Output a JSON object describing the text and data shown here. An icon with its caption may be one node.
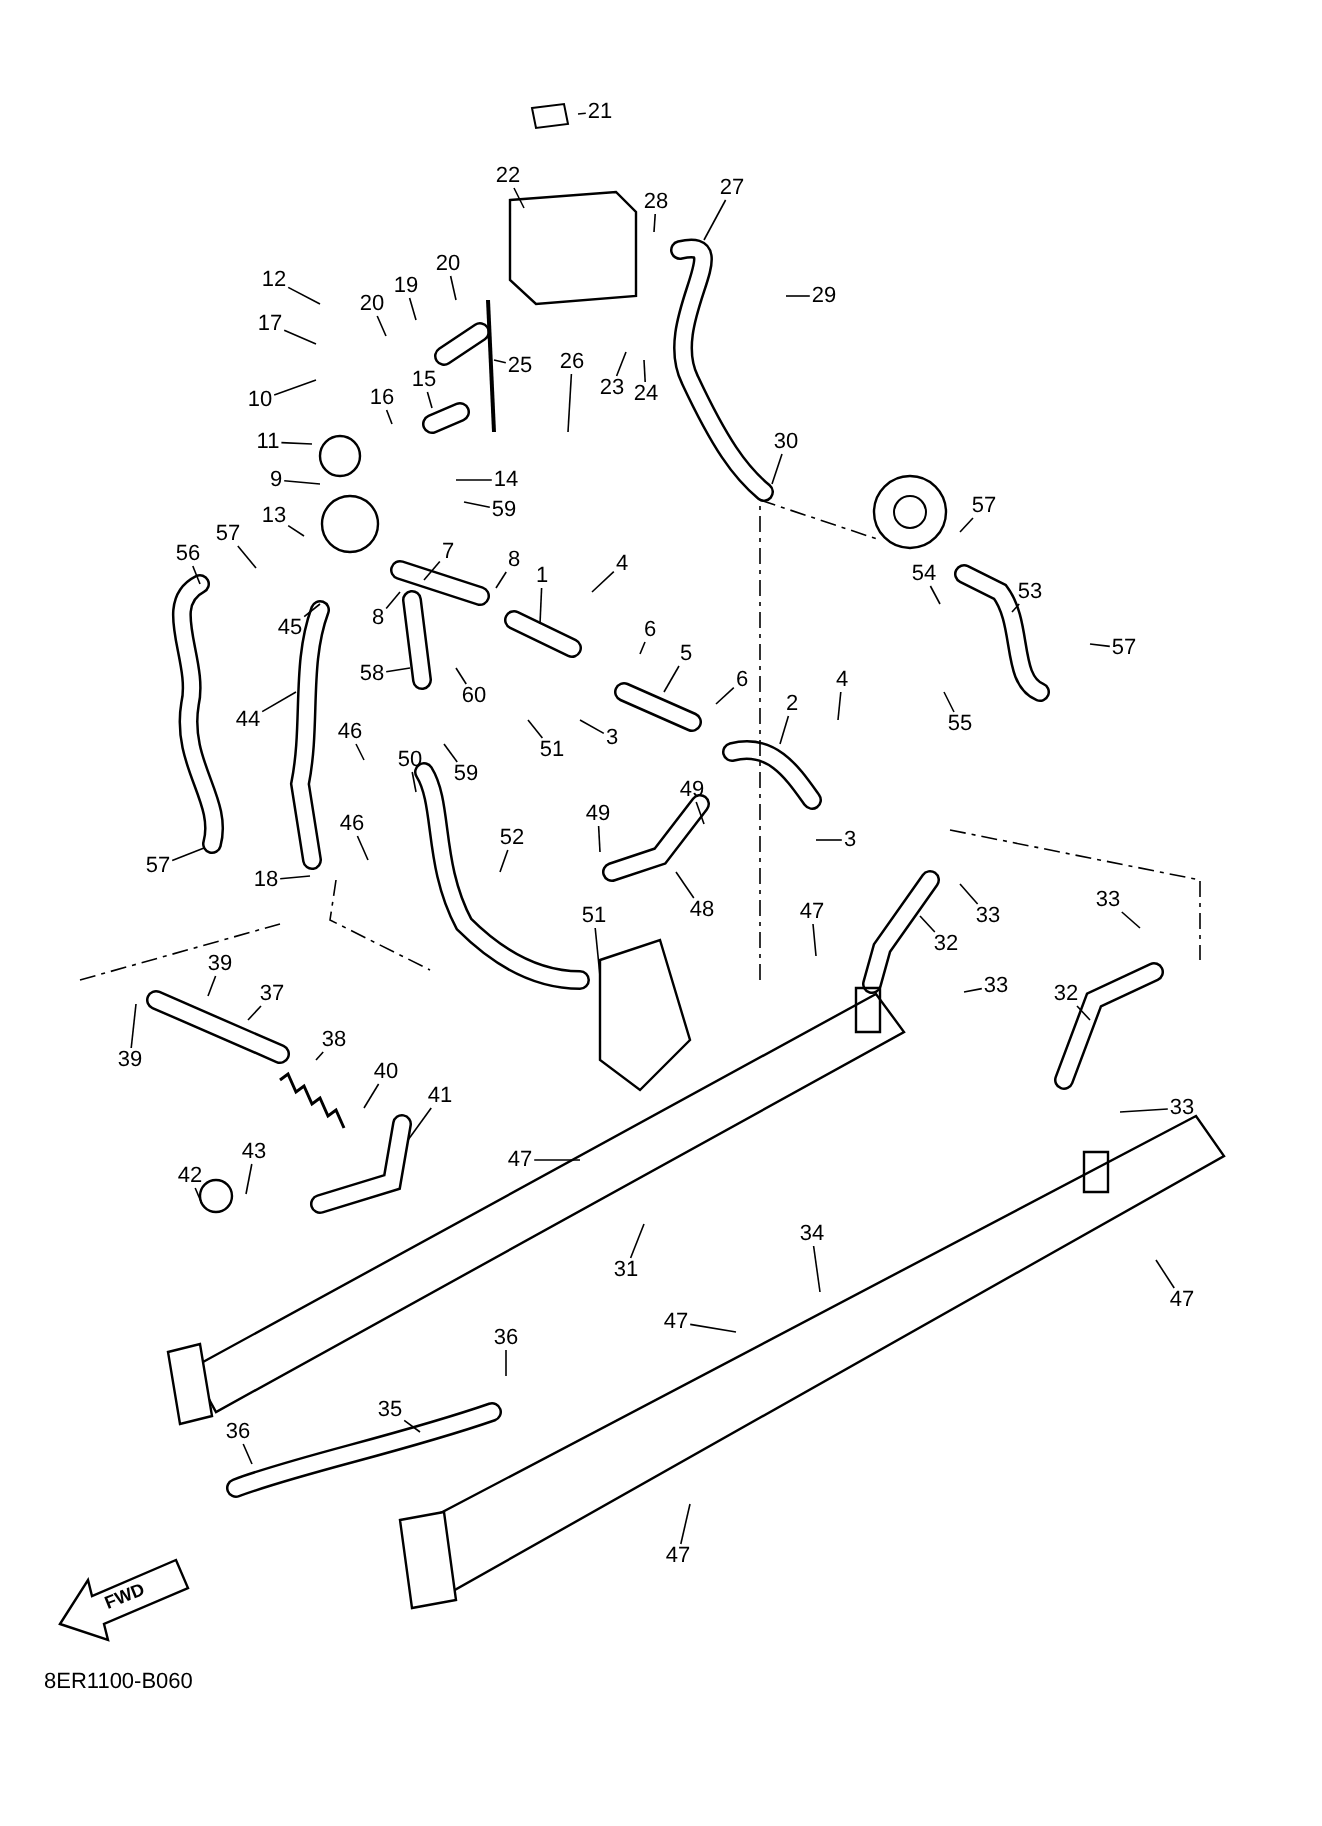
{
  "diagram": {
    "nodes": [
      {
        "text": [
          "21"
        ]
      },
      {
        "text": [
          "22"
        ]
      },
      {
        "text": [
          "28"
        ]
      },
      {
        "text": [
          "27"
        ]
      },
      {
        "text": [
          "29"
        ]
      },
      {
        "text": [
          "12"
        ]
      },
      {
        "text": [
          "17"
        ]
      },
      {
        "text": [
          "20"
        ]
      },
      {
        "text": [
          "19"
        ]
      },
      {
        "text": [
          "20"
        ]
      },
      {
        "text": [
          "16"
        ]
      },
      {
        "text": [
          "15"
        ]
      },
      {
        "text": [
          "10"
        ]
      },
      {
        "text": [
          "11"
        ]
      },
      {
        "text": [
          "25"
        ]
      },
      {
        "text": [
          "26"
        ]
      },
      {
        "text": [
          "23"
        ]
      },
      {
        "text": [
          "24"
        ]
      },
      {
        "text": [
          "14"
        ]
      },
      {
        "text": [
          "30"
        ]
      },
      {
        "text": [
          "59"
        ]
      },
      {
        "text": [
          "9"
        ]
      },
      {
        "text": [
          "13"
        ]
      },
      {
        "text": [
          "57"
        ]
      },
      {
        "text": [
          "56"
        ]
      },
      {
        "text": [
          "7"
        ]
      },
      {
        "text": [
          "8"
        ]
      },
      {
        "text": [
          "4"
        ]
      },
      {
        "text": [
          "57"
        ]
      },
      {
        "text": [
          "54"
        ]
      },
      {
        "text": [
          "53"
        ]
      },
      {
        "text": [
          "57"
        ]
      },
      {
        "text": [
          "55"
        ]
      },
      {
        "text": [
          "1"
        ]
      },
      {
        "text": [
          "8"
        ]
      },
      {
        "text": [
          "45"
        ]
      },
      {
        "text": [
          "6"
        ]
      },
      {
        "text": [
          "5"
        ]
      },
      {
        "text": [
          "4"
        ]
      },
      {
        "text": [
          "2"
        ]
      },
      {
        "text": [
          "6"
        ]
      },
      {
        "text": [
          "58"
        ]
      },
      {
        "text": [
          "60"
        ]
      },
      {
        "text": [
          "3"
        ]
      },
      {
        "text": [
          "44"
        ]
      },
      {
        "text": [
          "59"
        ]
      },
      {
        "text": [
          "51"
        ]
      },
      {
        "text": [
          "46"
        ]
      },
      {
        "text": [
          "50"
        ]
      },
      {
        "text": [
          "49"
        ]
      },
      {
        "text": [
          "49"
        ]
      },
      {
        "text": [
          "3"
        ]
      },
      {
        "text": [
          "52"
        ]
      },
      {
        "text": [
          "18"
        ]
      },
      {
        "text": [
          "46"
        ]
      },
      {
        "text": [
          "48"
        ]
      },
      {
        "text": [
          "57"
        ]
      },
      {
        "text": [
          "33"
        ]
      },
      {
        "text": [
          "47"
        ]
      },
      {
        "text": [
          "32"
        ]
      },
      {
        "text": [
          "33"
        ]
      },
      {
        "text": [
          "51"
        ]
      },
      {
        "text": [
          "39"
        ]
      },
      {
        "text": [
          "37"
        ]
      },
      {
        "text": [
          "39"
        ]
      },
      {
        "text": [
          "33"
        ]
      },
      {
        "text": [
          "32"
        ]
      },
      {
        "text": [
          "38"
        ]
      },
      {
        "text": [
          "40"
        ]
      },
      {
        "text": [
          "41"
        ]
      },
      {
        "text": [
          "33"
        ]
      },
      {
        "text": [
          "42"
        ]
      },
      {
        "text": [
          "43"
        ]
      },
      {
        "text": [
          "47"
        ]
      },
      {
        "text": [
          "31"
        ]
      },
      {
        "text": [
          "34"
        ]
      },
      {
        "text": [
          "47"
        ]
      },
      {
        "text": [
          "47"
        ]
      },
      {
        "text": [
          "36"
        ]
      },
      {
        "text": [
          "35"
        ]
      },
      {
        "text": [
          "36"
        ]
      },
      {
        "text": [
          "47"
        ]
      }
    ],
    "edges": [
      {
        "from": 0,
        "to": null,
        "arrow": "none"
      },
      {
        "from": 1,
        "to": null,
        "arrow": "none"
      },
      {
        "from": 2,
        "to": null,
        "arrow": "none"
      },
      {
        "from": 3,
        "to": null,
        "arrow": "none"
      },
      {
        "from": 4,
        "to": null,
        "arrow": "none"
      },
      {
        "from": 5,
        "to": null,
        "arrow": "none"
      },
      {
        "from": 6,
        "to": null,
        "arrow": "none"
      },
      {
        "from": 7,
        "to": null,
        "arrow": "none"
      },
      {
        "from": 8,
        "to": null,
        "arrow": "none"
      },
      {
        "from": 9,
        "to": null,
        "arrow": "none"
      },
      {
        "from": 10,
        "to": null,
        "arrow": "none"
      },
      {
        "from": 11,
        "to": null,
        "arrow": "none"
      },
      {
        "from": 12,
        "to": null,
        "arrow": "none"
      },
      {
        "from": 13,
        "to": null,
        "arrow": "none"
      },
      {
        "from": 14,
        "to": null,
        "arrow": "none"
      },
      {
        "from": 15,
        "to": null,
        "arrow": "none"
      },
      {
        "from": 16,
        "to": null,
        "arrow": "none"
      },
      {
        "from": 17,
        "to": null,
        "arrow": "none"
      },
      {
        "from": 18,
        "to": null,
        "arrow": "none"
      },
      {
        "from": 19,
        "to": null,
        "arrow": "none"
      },
      {
        "from": 20,
        "to": null,
        "arrow": "none"
      },
      {
        "from": 21,
        "to": null,
        "arrow": "none"
      },
      {
        "from": 22,
        "to": null,
        "arrow": "none"
      },
      {
        "from": 23,
        "to": null,
        "arrow": "none"
      },
      {
        "from": 24,
        "to": null,
        "arrow": "none"
      },
      {
        "from": 25,
        "to": null,
        "arrow": "none"
      },
      {
        "from": 26,
        "to": null,
        "arrow": "none"
      },
      {
        "from": 27,
        "to": null,
        "arrow": "none"
      },
      {
        "from": 28,
        "to": null,
        "arrow": "none"
      },
      {
        "from": 29,
        "to": null,
        "arrow": "none"
      },
      {
        "from": 30,
        "to": null,
        "arrow": "none"
      },
      {
        "from": 31,
        "to": null,
        "arrow": "none"
      },
      {
        "from": 32,
        "to": null,
        "arrow": "none"
      },
      {
        "from": 33,
        "to": null,
        "arrow": "none"
      },
      {
        "from": 34,
        "to": null,
        "arrow": "none"
      },
      {
        "from": 35,
        "to": null,
        "arrow": "none"
      },
      {
        "from": 36,
        "to": null,
        "arrow": "none"
      },
      {
        "from": 37,
        "to": null,
        "arrow": "none"
      },
      {
        "from": 38,
        "to": null,
        "arrow": "none"
      },
      {
        "from": 39,
        "to": null,
        "arrow": "none"
      },
      {
        "from": 40,
        "to": null,
        "arrow": "none"
      },
      {
        "from": 41,
        "to": null,
        "arrow": "none"
      },
      {
        "from": 42,
        "to": null,
        "arrow": "none"
      },
      {
        "from": 43,
        "to": null,
        "arrow": "none"
      },
      {
        "from": 44,
        "to": null,
        "arrow": "none"
      },
      {
        "from": 45,
        "to": null,
        "arrow": "none"
      },
      {
        "from": 46,
        "to": null,
        "arrow": "none"
      },
      {
        "from": 47,
        "to": null,
        "arrow": "none"
      },
      {
        "from": 48,
        "to": null,
        "arrow": "none"
      },
      {
        "from": 49,
        "to": null,
        "arrow": "none"
      },
      {
        "from": 50,
        "to": null,
        "arrow": "none"
      },
      {
        "from": 51,
        "to": null,
        "arrow": "none"
      },
      {
        "from": 52,
        "to": null,
        "arrow": "none"
      },
      {
        "from": 53,
        "to": null,
        "arrow": "none"
      },
      {
        "from": 54,
        "to": null,
        "arrow": "none"
      },
      {
        "from": 55,
        "to": null,
        "arrow": "none"
      },
      {
        "from": 56,
        "to": null,
        "arrow": "none"
      },
      {
        "from": 57,
        "to": null,
        "arrow": "none"
      },
      {
        "from": 58,
        "to": null,
        "arrow": "none"
      },
      {
        "from": 59,
        "to": null,
        "arrow": "none"
      },
      {
        "from": 60,
        "to": null,
        "arrow": "none"
      },
      {
        "from": 61,
        "to": null,
        "arrow": "none"
      },
      {
        "from": 62,
        "to": null,
        "arrow": "none"
      },
      {
        "from": 63,
        "to": null,
        "arrow": "none"
      },
      {
        "from": 64,
        "to": null,
        "arrow": "none"
      },
      {
        "from": 65,
        "to": null,
        "arrow": "none"
      },
      {
        "from": 66,
        "to": null,
        "arrow": "none"
      },
      {
        "from": 67,
        "to": null,
        "arrow": "none"
      },
      {
        "from": 68,
        "to": null,
        "arrow": "none"
      },
      {
        "from": 69,
        "to": null,
        "arrow": "none"
      },
      {
        "from": 70,
        "to": null,
        "arrow": "none"
      },
      {
        "from": 71,
        "to": null,
        "arrow": "none"
      },
      {
        "from": 72,
        "to": null,
        "arrow": "none"
      },
      {
        "from": 73,
        "to": null,
        "arrow": "none"
      },
      {
        "from": 74,
        "to": null,
        "arrow": "none"
      },
      {
        "from": 75,
        "to": null,
        "arrow": "none"
      },
      {
        "from": 76,
        "to": null,
        "arrow": "none"
      },
      {
        "from": 77,
        "to": null,
        "arrow": "none"
      },
      {
        "from": 78,
        "to": null,
        "arrow": "none"
      },
      {
        "from": 79,
        "to": null,
        "arrow": "none"
      },
      {
        "from": 80,
        "to": null,
        "arrow": "none"
      },
      {
        "from": 81,
        "to": null,
        "arrow": "none"
      }
    ],
    "labels": [
      "FWD",
      "8ER1100-B060"
    ]
  }
}
